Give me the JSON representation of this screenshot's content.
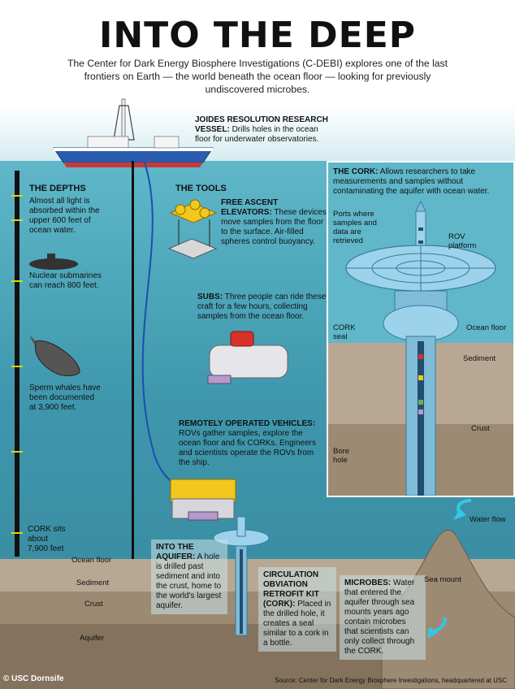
{
  "title": "INTO THE DEEP",
  "intro": "The Center for Dark Energy Biosphere Investigations (C-DEBI) explores one of the last frontiers on Earth — the world beneath the ocean floor — looking for previously undiscovered microbes.",
  "vessel": {
    "title": "JOIDES RESOLUTION RESEARCH VESSEL:",
    "text": "Drills holes in the ocean floor for underwater observatories."
  },
  "depths": {
    "header": "THE DEPTHS",
    "light": "Almost all light is absorbed within the upper 600 feet of ocean water.",
    "subs": "Nuclear submarines can reach 800 feet.",
    "whales": "Sperm whales have been documented at 3,900 feet.",
    "cork": "CORK sits about 7,900 feet"
  },
  "tools": {
    "header": "THE TOOLS",
    "elevators_title": "FREE ASCENT ELEVATORS:",
    "elevators_text": "These devices move samples from the floor to the surface. Air-filled spheres control buoyancy.",
    "subs_title": "SUBS:",
    "subs_text": "Three people can ride these craft for a few hours, collecting samples from the ocean floor.",
    "rov_title": "REMOTELY OPERATED VEHICLES:",
    "rov_text": "ROVs gather samples, explore the ocean floor and fix CORKs. Engineers and scientists operate the ROVs from the ship."
  },
  "cork_panel": {
    "title": "THE CORK:",
    "text": "Allows researchers to take measurements and samples without contaminating the aquifer with ocean water.",
    "ports": "Ports where samples and data are retrieved",
    "rov_platform": "ROV platform",
    "cork_seal": "CORK seal",
    "ocean_floor": "Ocean floor",
    "sediment": "Sediment",
    "crust": "Crust",
    "bore_hole": "Bore hole"
  },
  "layers": {
    "ocean_floor": "Ocean floor",
    "sediment": "Sediment",
    "crust": "Crust",
    "aquifer": "Aquifer"
  },
  "aquifer_box": {
    "title": "INTO THE AQUIFER:",
    "text": "A hole is drilled past sediment and into the crust, home to the world's largest aquifer."
  },
  "circulation_box": {
    "title": "CIRCULATION OBVIATION RETROFIT KIT (CORK):",
    "text": "Placed in the drilled hole, it creates a seal similar to a cork in a bottle."
  },
  "microbes_box": {
    "title": "MICROBES:",
    "text": "Water that entered the aquifer through sea mounts years ago contain microbes that scientists can only collect through the CORK."
  },
  "water_flow": "Water flow",
  "sea_mount": "Sea mount",
  "source": "Source: Center for Dark Energy Biosphere Investigations, headquartered at USC",
  "credit": "© USC Dornsife",
  "colors": {
    "sea": "#5fb7c9",
    "sediment": "#b8a893",
    "crust": "#9d8a73",
    "aquifer": "#85725d",
    "gauge_tick": "#d8d80a",
    "hull": "#2a5db0",
    "device": "#9cd3ea"
  }
}
